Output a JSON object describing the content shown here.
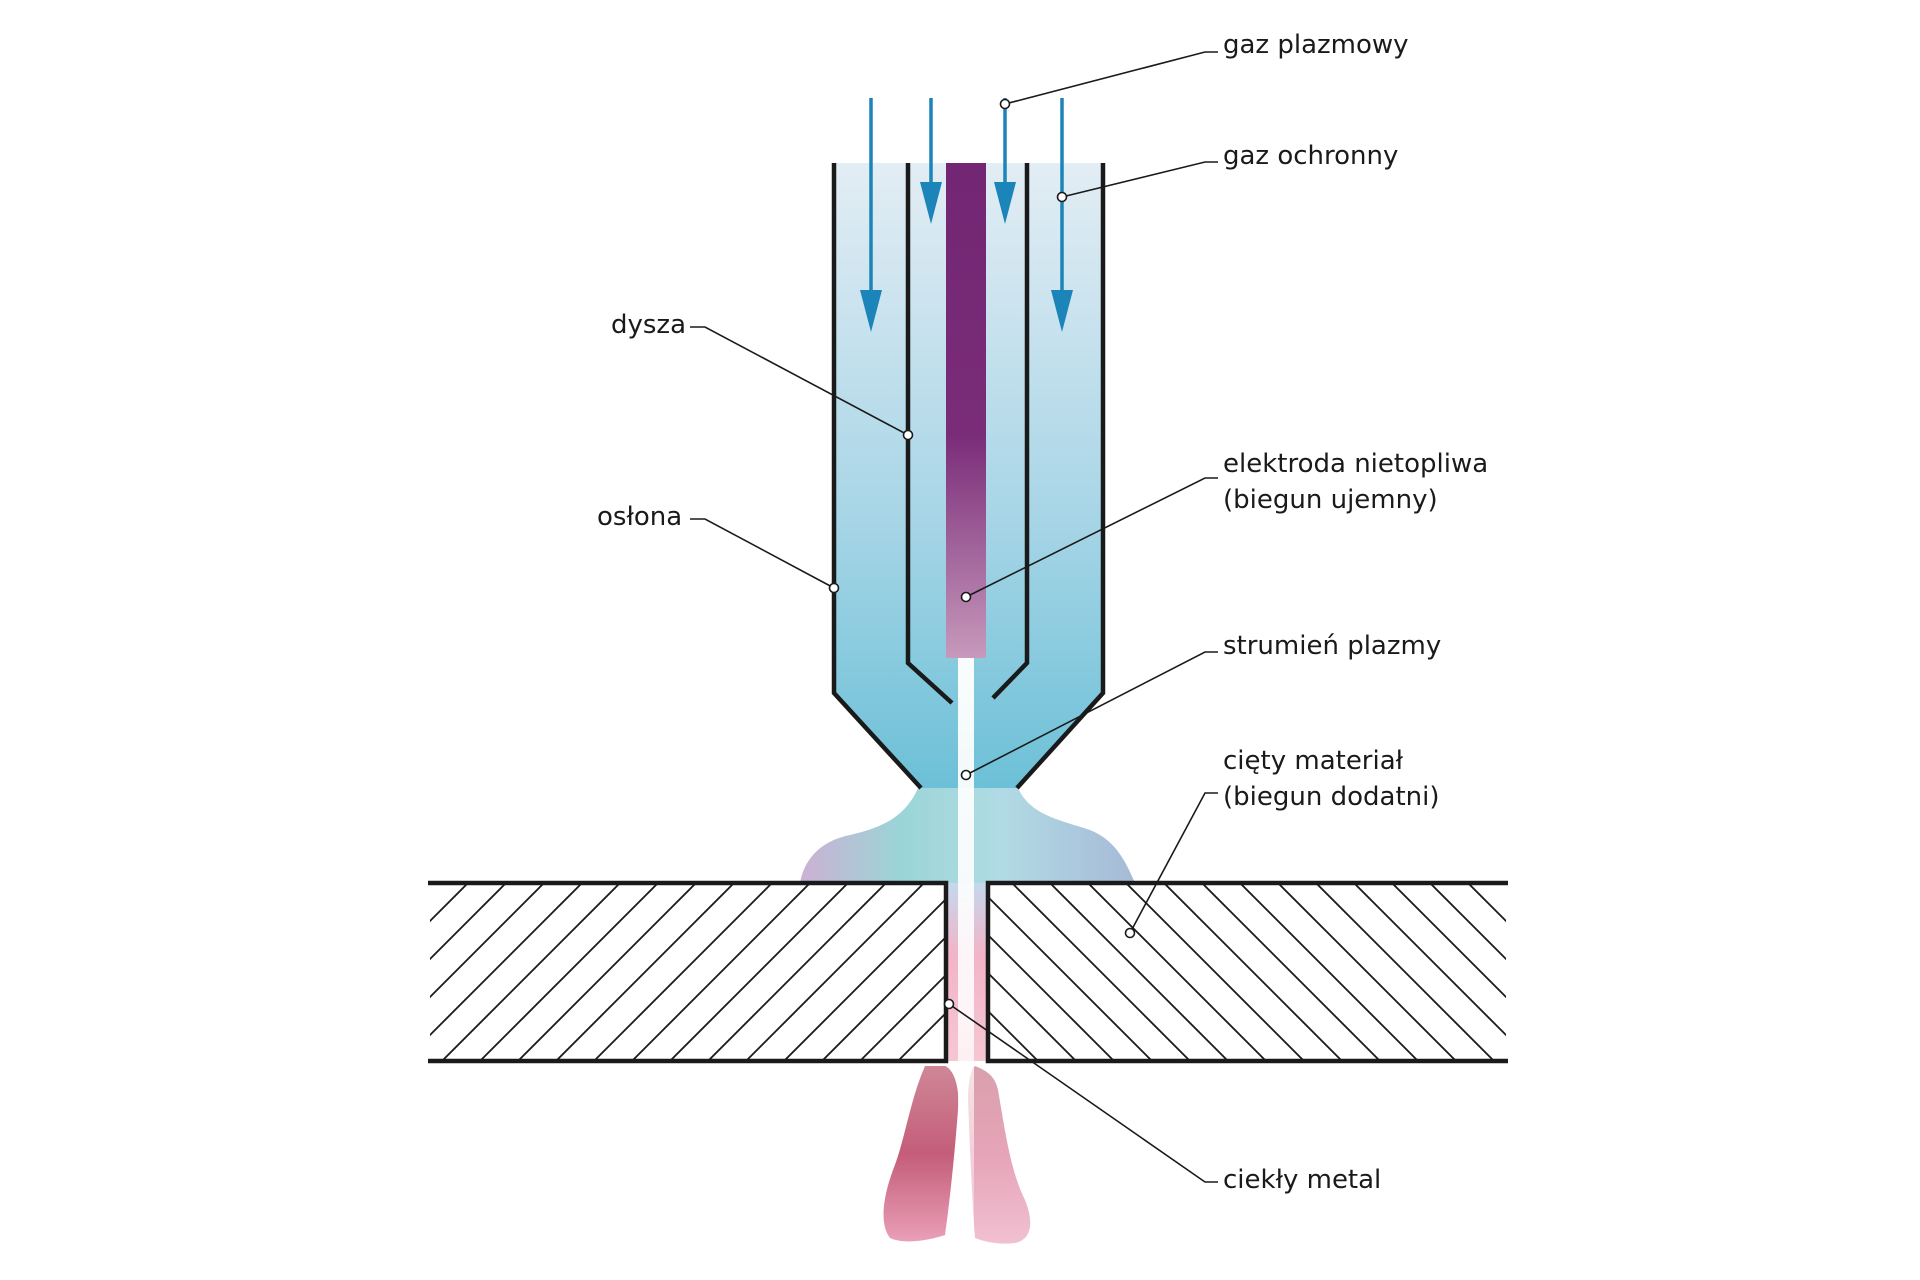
{
  "labels": {
    "plasma_gas": "gaz plazmowy",
    "shielding_gas": "gaz ochronny",
    "nozzle": "dysza",
    "shield": "osłona",
    "electrode": [
      "elektroda nietopliwa",
      "(biegun ujemny)"
    ],
    "plasma_stream": "strumień plazmy",
    "workpiece": [
      "cięty materiał",
      "(biegun dodatni)"
    ],
    "liquid_metal": "ciekły metal"
  },
  "colors": {
    "outline": "#1a1a1a",
    "arrow": "#1b84b8",
    "gas_top": "#e3edf4",
    "gas_bottom": "#6cc0d7",
    "electrode_top": "#722673",
    "electrode_bottom": "#c799bc",
    "plasma_core": "#f3fbff",
    "liquid_metal": "#d9708f"
  },
  "icons": [
    "flow-arrow-icon"
  ]
}
